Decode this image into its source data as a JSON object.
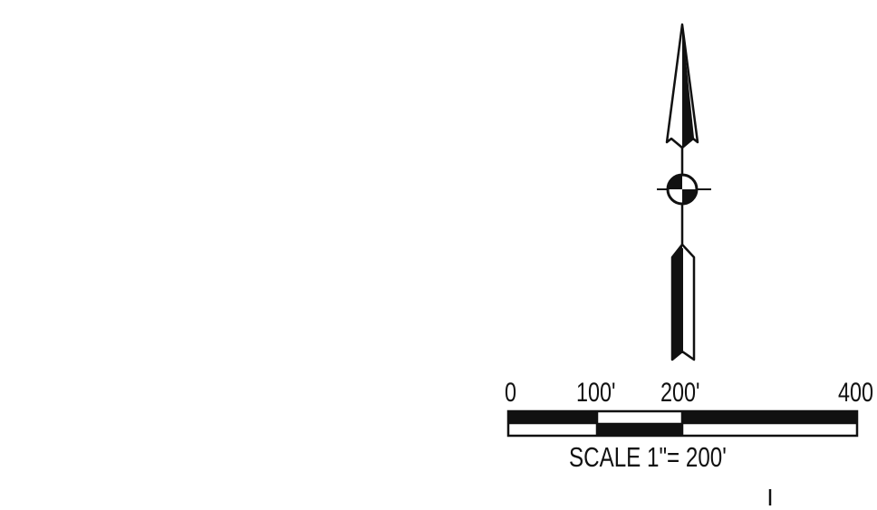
{
  "north_arrow": {
    "symbol": "north-arrow-icon"
  },
  "scale_bar": {
    "ticks": [
      {
        "label": "0",
        "value": 0
      },
      {
        "label": "100'",
        "value": 100
      },
      {
        "label": "200'",
        "value": 200
      },
      {
        "label": "400",
        "value": 400
      }
    ],
    "caption": "SCALE 1\"= 200'",
    "fill_color": "#111111"
  }
}
